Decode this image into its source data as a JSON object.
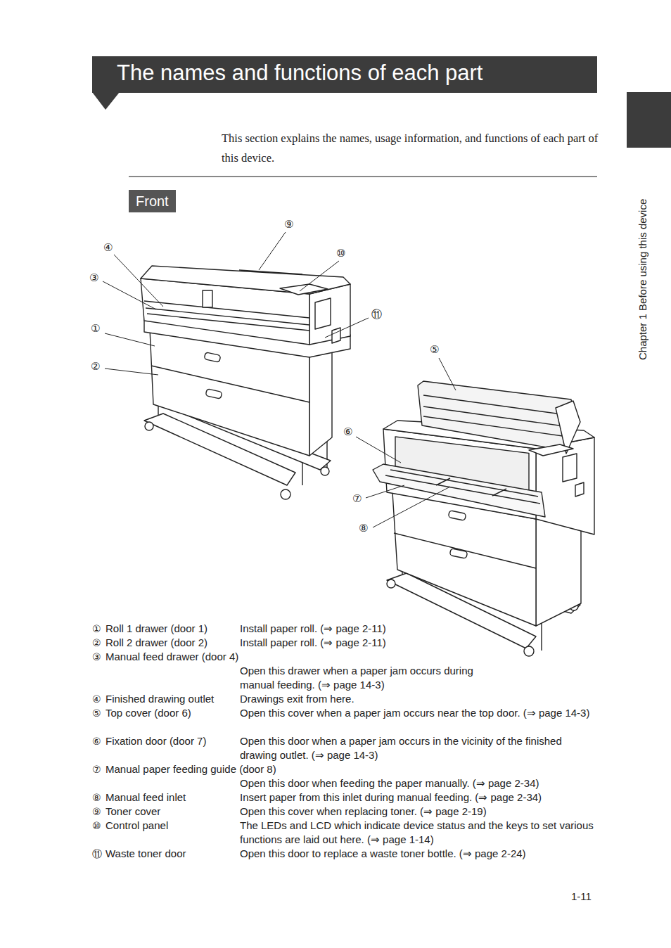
{
  "diagram": {
    "title": "The names and functions of each part",
    "nodes": [
      {
        "text": [
          "Front"
        ]
      }
    ],
    "labels": [
      "This section explains the names, usage information, and functions of each part of this device.",
      "④",
      "③",
      "①",
      "②",
      "⑨",
      "⑩",
      "⑪",
      "⑤",
      "⑥",
      "⑦",
      "⑧",
      "①",
      "Roll 1 drawer (door 1)",
      "Install paper roll. (⇒ page 2-11)",
      "②",
      "Roll 2 drawer (door 2)",
      "Install paper roll. (⇒ page 2-11)",
      "③",
      "Manual feed drawer (door 4)",
      "Open this drawer when a paper jam occurs during manual feeding. (⇒ page 14-3)",
      "④",
      "Finished drawing outlet",
      "Drawings exit from here.",
      "⑤",
      "Top cover (door 6)",
      "Open this cover when a paper jam occurs near the top door. (⇒ page 14-3)",
      "⑥",
      "Fixation door (door 7)",
      "Open this door when a paper jam occurs in the vicinity of the finished drawing outlet. (⇒ page 14-3)",
      "⑦",
      "Manual paper feeding guide (door 8)",
      "Open this door when feeding the paper manually. (⇒ page 2-34)",
      "⑧",
      "Manual feed inlet",
      "Insert paper from this inlet during manual feeding. (⇒ page 2-34)",
      "⑨",
      "Toner cover",
      "Open this cover when replacing toner. (⇒ page 2-19)",
      "⑩",
      "Control panel",
      "The LEDs and LCD which indicate device status and the keys to set various functions are laid out here. (⇒ page 1-14)",
      "⑪",
      "Waste toner door",
      "Open this door to replace a waste toner bottle. (⇒ page 2-24)",
      "Chapter 1  Before using this device",
      "1-11"
    ]
  }
}
